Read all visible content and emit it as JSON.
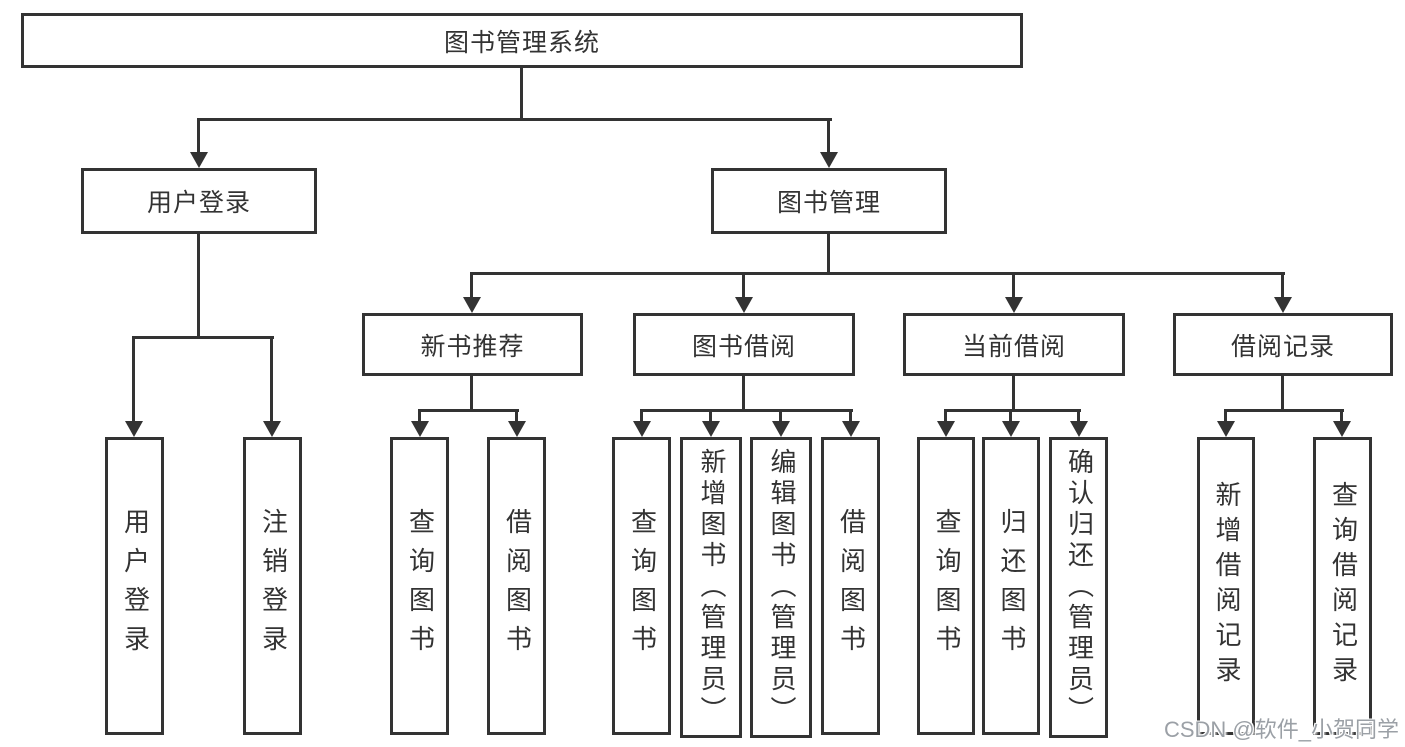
{
  "colors": {
    "line": "#333333",
    "text": "#333333",
    "background": "#ffffff",
    "watermark": "#9ba0a6"
  },
  "watermark": {
    "text": "CSDN @软件_小贺同学"
  },
  "tree": {
    "label": "图书管理系统",
    "children": [
      {
        "label": "用户登录",
        "children": [
          {
            "label": "用户登录"
          },
          {
            "label": "注销登录"
          }
        ]
      },
      {
        "label": "图书管理",
        "children": [
          {
            "label": "新书推荐",
            "children": [
              {
                "label": "查询图书"
              },
              {
                "label": "借阅图书"
              }
            ]
          },
          {
            "label": "图书借阅",
            "children": [
              {
                "label": "查询图书"
              },
              {
                "label": "新增图书（管理员）"
              },
              {
                "label": "编辑图书（管理员）"
              },
              {
                "label": "借阅图书"
              }
            ]
          },
          {
            "label": "当前借阅",
            "children": [
              {
                "label": "查询图书"
              },
              {
                "label": "归还图书"
              },
              {
                "label": "确认归还（管理员）"
              }
            ]
          },
          {
            "label": "借阅记录",
            "children": [
              {
                "label": "新增借阅记录"
              },
              {
                "label": "查询借阅记录"
              }
            ]
          }
        ]
      }
    ]
  }
}
